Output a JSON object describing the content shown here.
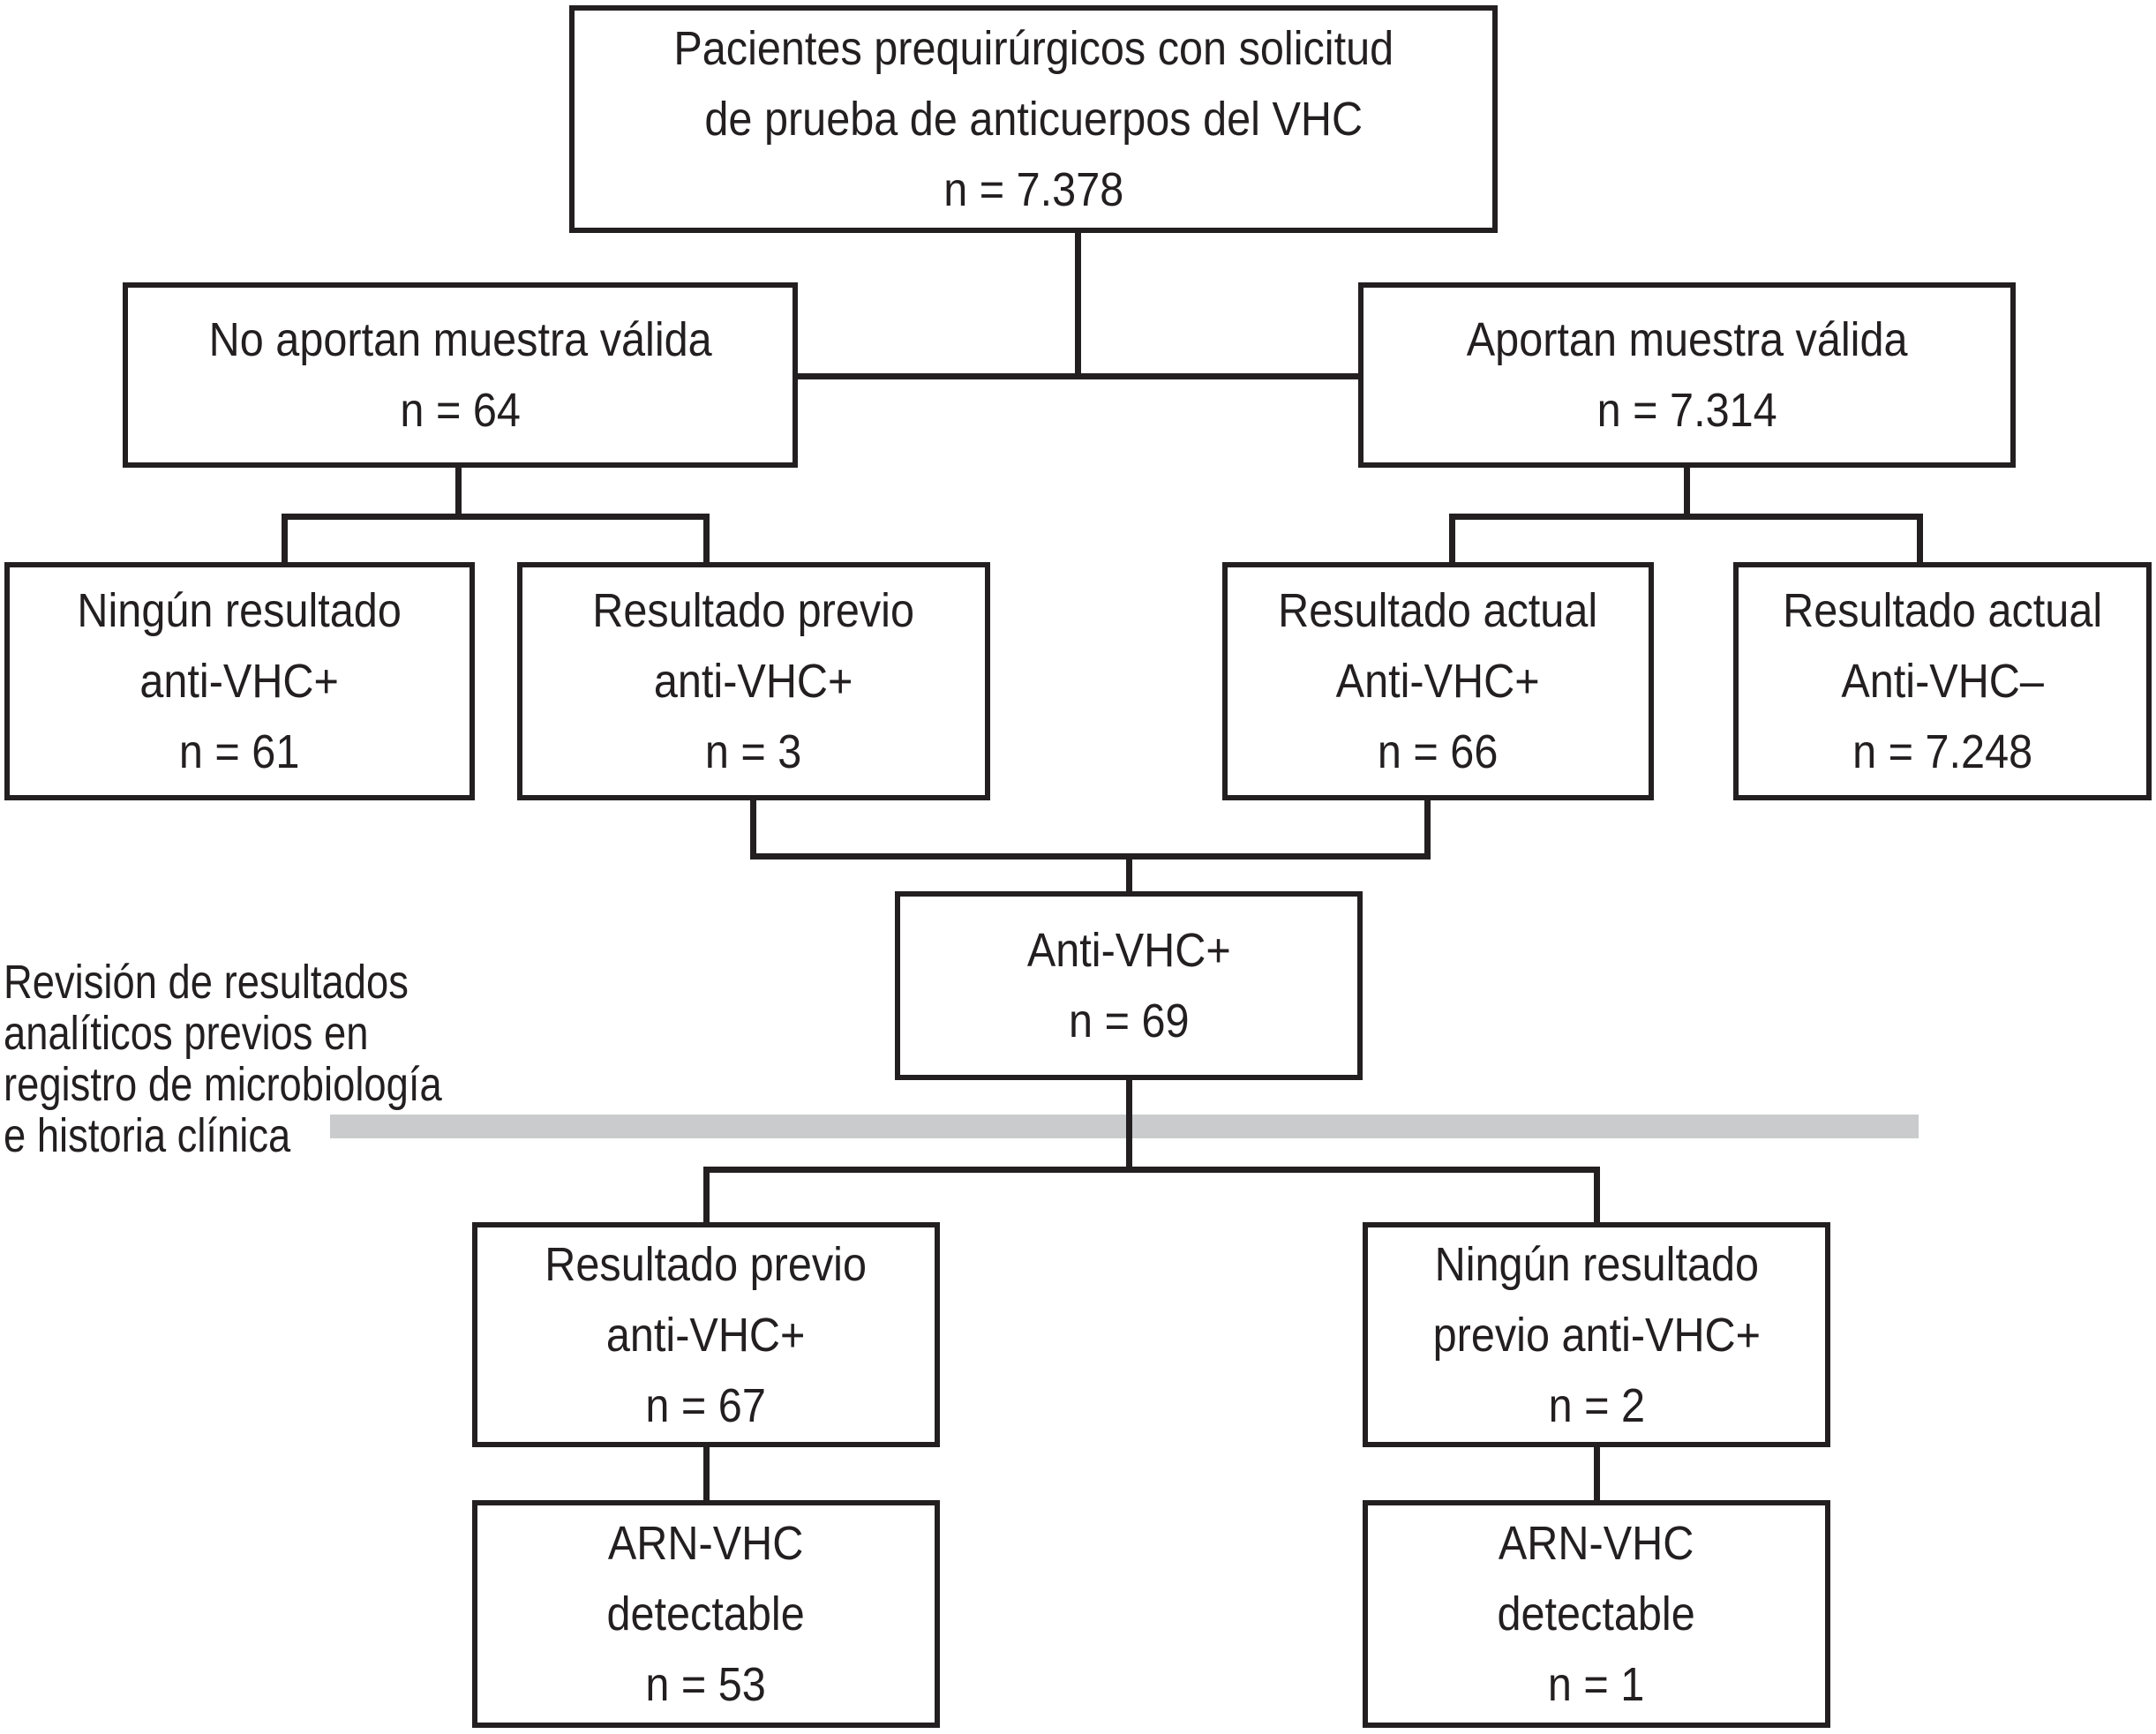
{
  "theme": {
    "ink": "#231f20",
    "bar": "#c9cbcc",
    "paper": "#ffffff"
  },
  "flowchart": {
    "title_node": "Pacientes prequirúrgicos con solicitud de prueba de anticuerpos del VHC",
    "boxes": [
      {
        "id": "pacientes-prequirurgicos",
        "lines": [
          "Pacientes prequirúrgicos con solicitud",
          "de prueba de anticuerpos del VHC",
          "n = 7.378"
        ]
      },
      {
        "id": "no-aportan-muestra-valida",
        "lines": [
          "No aportan muestra válida",
          "n = 64"
        ]
      },
      {
        "id": "aportan-muestra-valida",
        "lines": [
          "Aportan muestra válida",
          "n = 7.314"
        ]
      },
      {
        "id": "ningun-resultado-anti-vhc-pos",
        "lines": [
          "Ningún resultado",
          "anti-VHC+",
          "n = 61"
        ]
      },
      {
        "id": "resultado-previo-anti-vhc-pos",
        "lines": [
          "Resultado previo",
          "anti-VHC+",
          "n = 3"
        ]
      },
      {
        "id": "resultado-actual-anti-vhc-pos",
        "lines": [
          "Resultado actual",
          "Anti-VHC+",
          "n = 66"
        ]
      },
      {
        "id": "resultado-actual-anti-vhc-neg",
        "lines": [
          "Resultado actual",
          "Anti-VHC–",
          "n = 7.248"
        ]
      },
      {
        "id": "anti-vhc-pos-total",
        "lines": [
          "Anti-VHC+",
          "n = 69"
        ]
      },
      {
        "id": "resultado-previo-anti-vhc-pos-67",
        "lines": [
          "Resultado previo",
          "anti-VHC+",
          "n = 67"
        ]
      },
      {
        "id": "ningun-resultado-previo-anti-vhc-pos",
        "lines": [
          "Ningún resultado",
          "previo anti-VHC+",
          "n = 2"
        ]
      },
      {
        "id": "arn-vhc-detectable-53",
        "lines": [
          "ARN-VHC",
          "detectable",
          "n = 53"
        ]
      },
      {
        "id": "arn-vhc-detectable-1",
        "lines": [
          "ARN-VHC",
          "detectable",
          "n = 1"
        ]
      }
    ],
    "annotation": {
      "lines": [
        "Revisión de resultados",
        "analíticos previos en",
        "registro de microbiología",
        "e historia clínica"
      ]
    }
  }
}
